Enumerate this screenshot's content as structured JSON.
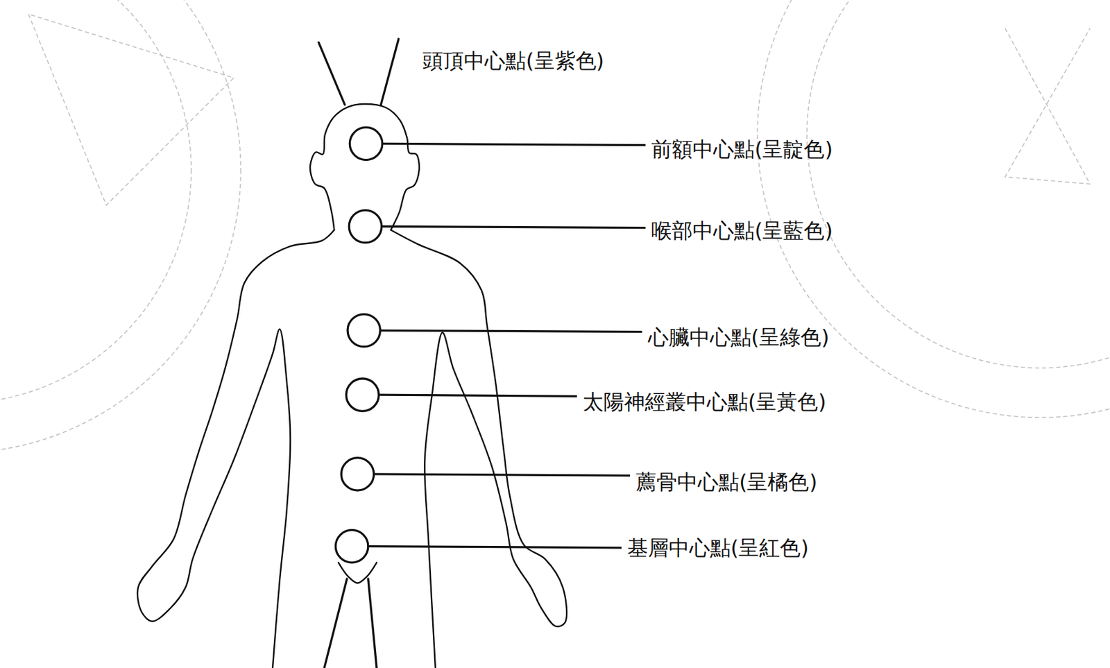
{
  "diagram": {
    "labels": [
      "頭頂中心點(呈紫色)",
      "前額中心點(呈靛色)",
      "喉部中心點(呈藍色)",
      "心臟中心點(呈綠色)",
      "太陽神經叢中心點(呈黃色)",
      "薦骨中心點(呈橘色)",
      "基層中心點(呈紅色)"
    ]
  }
}
